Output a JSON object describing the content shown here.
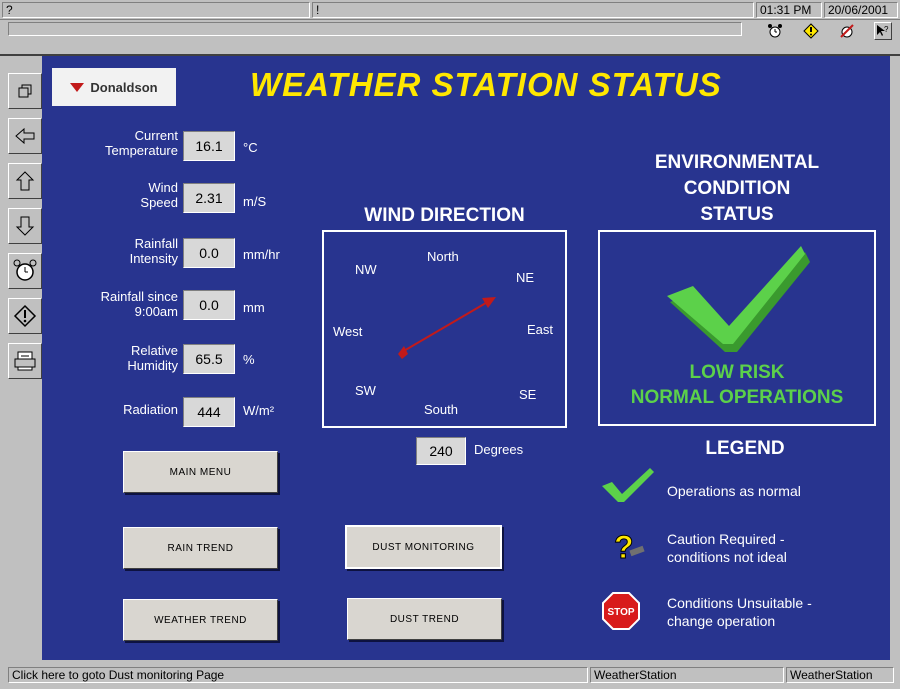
{
  "topbar": {
    "help_mark": "?",
    "alarm_mark": "!",
    "time": "01:31 PM",
    "date": "20/06/2001"
  },
  "toolbar_icons": [
    "alarm-clock-icon",
    "warning-diamond-icon",
    "alarm-off-icon",
    "help-cursor-icon"
  ],
  "left_toolbar": [
    "windows-icon",
    "back-arrow-icon",
    "up-arrow-icon",
    "down-arrow-icon",
    "alarm-clock-icon",
    "warning-diamond-icon",
    "print-icon"
  ],
  "logo": {
    "text": "Donaldson"
  },
  "title": "WEATHER STATION STATUS",
  "readings": [
    {
      "label_line1": "Current",
      "label_line2": "Temperature",
      "value": "16.1",
      "unit": "°C"
    },
    {
      "label_line1": "Wind",
      "label_line2": "Speed",
      "value": "2.31",
      "unit": "m/S"
    },
    {
      "label_line1": "Rainfall",
      "label_line2": "Intensity",
      "value": "0.0",
      "unit": "mm/hr"
    },
    {
      "label_line1": "Rainfall since",
      "label_line2": "9:00am",
      "value": "0.0",
      "unit": "mm"
    },
    {
      "label_line1": "Relative",
      "label_line2": "Humidity",
      "value": "65.5",
      "unit": "%"
    },
    {
      "label_line1": "Radiation",
      "label_line2": "",
      "value": "444",
      "unit": "W/m²"
    }
  ],
  "wind": {
    "heading": "WIND DIRECTION",
    "north": "North",
    "south": "South",
    "east": "East",
    "west": "West",
    "ne": "NE",
    "nw": "NW",
    "se": "SE",
    "sw": "SW",
    "degrees_value": "240",
    "degrees_label": "Degrees"
  },
  "environment": {
    "heading_line1": "ENVIRONMENTAL",
    "heading_line2": "CONDITION",
    "heading_line3": "STATUS",
    "risk": "LOW RISK",
    "operations": "NORMAL OPERATIONS"
  },
  "legend": {
    "heading": "LEGEND",
    "items": [
      {
        "line1": "Operations as normal",
        "line2": ""
      },
      {
        "line1": "Caution Required -",
        "line2": "conditions not ideal"
      },
      {
        "line1": "Conditions Unsuitable -",
        "line2": "change operation"
      }
    ],
    "stop_text": "STOP",
    "caution_text": "?"
  },
  "buttons": {
    "main_menu": "MAIN MENU",
    "rain_trend": "RAIN TREND",
    "weather_trend": "WEATHER TREND",
    "dust_monitoring": "DUST MONITORING",
    "dust_trend": "DUST TREND"
  },
  "statusbar": {
    "message": "Click here to goto Dust monitoring Page",
    "station1": "WeatherStation",
    "station2": "WeatherStation"
  },
  "colors": {
    "panel": "#28348f",
    "title": "#ffe700",
    "ok_green": "#5cd14a",
    "arrow": "#c21a1a"
  }
}
